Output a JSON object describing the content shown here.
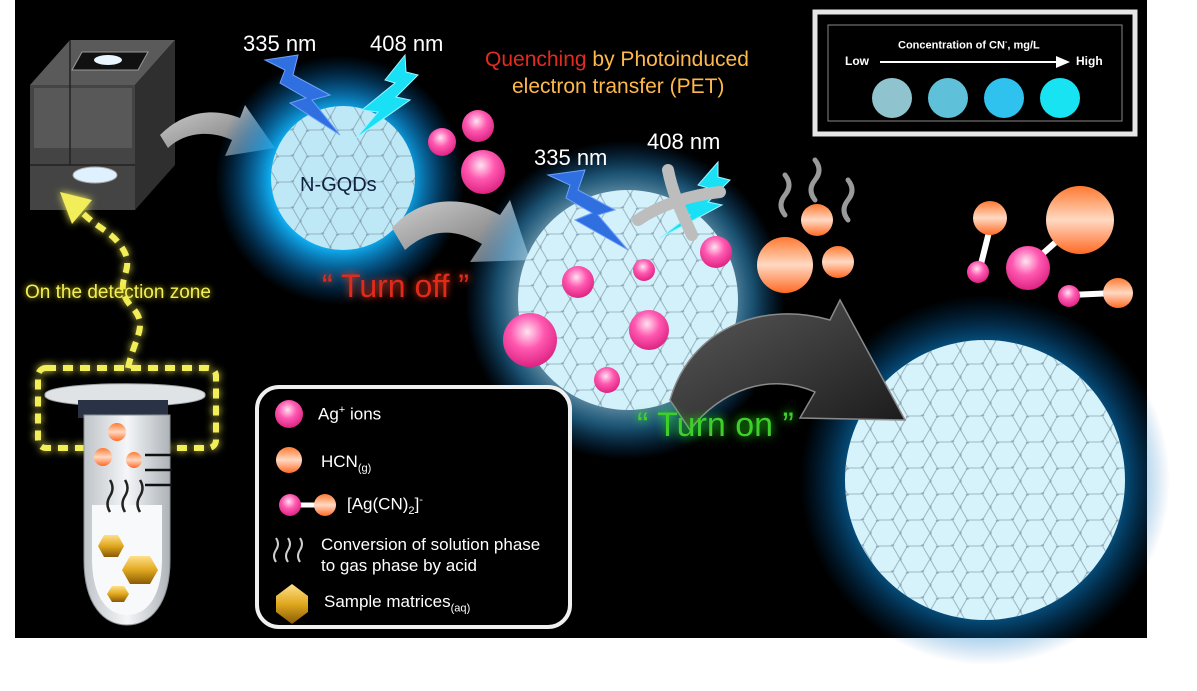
{
  "wavelengths": {
    "excite": "335 nm",
    "emit": "408 nm"
  },
  "title": {
    "quench_word": "Quenching",
    "quench_rest": "by Photoinduced",
    "line2": "electron transfer (PET)"
  },
  "ngqd_label": "N-GQDs",
  "turn_off": "“ Turn off ”",
  "turn_on": "“ Turn on ”",
  "detection_zone": "On the detection zone",
  "scale": {
    "title": "Concentration of CN",
    "title_sup": "-",
    "title_unit": ", mg/L",
    "low": "Low",
    "high": "High",
    "swatches": [
      "#8fc4cf",
      "#5fc0d9",
      "#2fc2ee",
      "#18e3f2"
    ]
  },
  "legend": {
    "ag_ions": {
      "main": "Ag",
      "sup": "+",
      "rest": " ions"
    },
    "hcn": {
      "main": "HCN",
      "sub": "(g)"
    },
    "complex": {
      "pre": "[Ag(CN)",
      "sub": "2",
      "post": "]",
      "sup": "-"
    },
    "conversion": [
      "Conversion of solution phase",
      "to gas phase by acid"
    ],
    "matrices": {
      "main": "Sample matrices",
      "sub": "(aq)"
    }
  },
  "colors": {
    "background": "#000000",
    "glow": "#00b4ff",
    "turn_off": "#e02a1a",
    "turn_on": "#3fcf2a",
    "quench_word": "#e32b1f",
    "title_rest": "#ffb84a",
    "dashed": "#f2ee5a",
    "bolt_uv": "#2f6fe0",
    "bolt_cyan": "#19e0f5",
    "pink_ion": "#ff3fa0",
    "orange_hcn": "#ff8a3c"
  }
}
